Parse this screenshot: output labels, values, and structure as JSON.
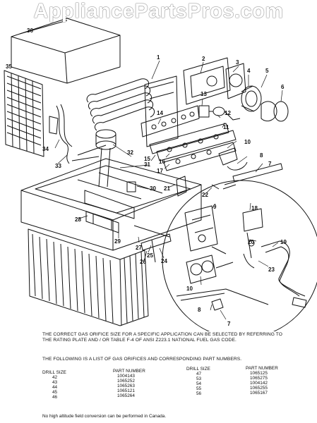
{
  "watermark": "AppliancePartsPros.com",
  "callouts": [
    "36",
    "35",
    "1",
    "2",
    "3",
    "4",
    "5",
    "6",
    "14",
    "13",
    "12",
    "11",
    "34",
    "33",
    "32",
    "31",
    "15",
    "16",
    "17",
    "10",
    "8",
    "7",
    "30",
    "21",
    "22",
    "28",
    "29",
    "27",
    "26",
    "25",
    "24",
    "9",
    "18",
    "20",
    "19",
    "23",
    "10",
    "8",
    "7"
  ],
  "notes": {
    "orifice_note": "The correct gas orifice size for a specific application can be selected by referring to the rating plate and / or table F-4 of ANSI Z223.1 National Fuel Gas Code.",
    "list_note": "The following is a list of gas orifices and corresponding part numbers."
  },
  "orifice_table": {
    "headers": {
      "drill_size": "Drill Size",
      "part_number": "Part Number"
    },
    "left": {
      "drill": [
        "42",
        "43",
        "44",
        "45",
        "46"
      ],
      "part": [
        "1004143",
        "1065252",
        "1065263",
        "1065121",
        "1065264"
      ]
    },
    "right": {
      "drill": [
        "47",
        "53",
        "54",
        "55",
        "56"
      ],
      "part": [
        "1065125",
        "1065275",
        "1004142",
        "1065255",
        "1065167"
      ]
    }
  },
  "footer": "No high altitude field conversion can be performed in Canada."
}
